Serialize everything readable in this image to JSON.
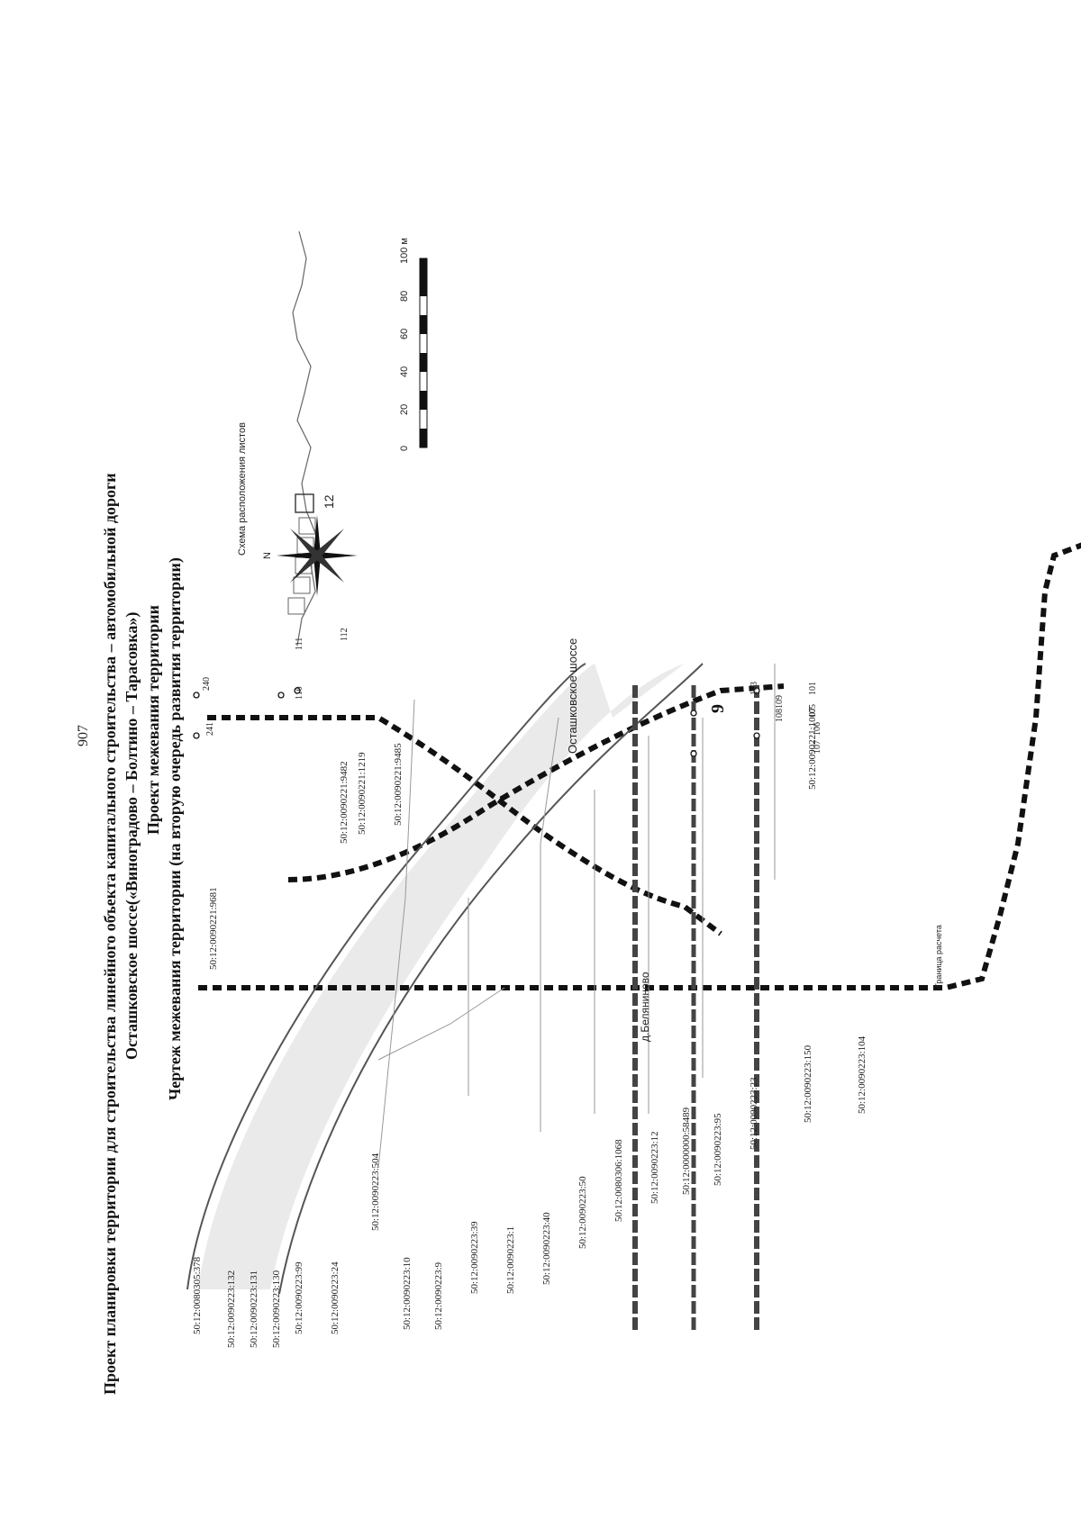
{
  "page_number": "907",
  "titles": {
    "line1": "Проект планировки территории для строительства линейного объекта капитального строительства – автомобильной дороги",
    "line2": "Осташковское шоссе(«Виноградово – Болтино – Тарасовка»)",
    "line3": "Проект межевания территории",
    "line4": "Чертеж межевания территории (на вторую очередь развития территории)"
  },
  "inset": {
    "label": "Схема расположения листов",
    "sheet": "12"
  },
  "scale_bar": {
    "ticks": [
      "0",
      "20",
      "40",
      "60",
      "80",
      "100 м"
    ]
  },
  "compass": {
    "north": "N"
  },
  "road_label": "Осташковское шоссе",
  "village_label": "д.Беляниново",
  "zone_number": "9",
  "boundary_note": "Граница расчета",
  "parcels": [
    "50:12:0080305:378",
    "50:12:0090223:132",
    "50:12:0090223:131",
    "50:12:0090223:130",
    "50:12:0090223:99",
    "50:12:0090223:24",
    "50:12:0090223:10",
    "50:12:0090223:9",
    "50:12:0090223:39",
    "50:12:0090223:1",
    "50:12:0090223:40",
    "50:12:0090223:50",
    "50:12:0080306:1068",
    "50:12:0090223:12",
    "50:12:0000000:58489",
    "50:12:0090223:95",
    "50:12:0090223:23",
    "50:12:0090223:150",
    "50:12:0090223:104",
    "50:12:0090221:9681",
    "50:12:0090221:9482",
    "50:12:0090221:1219",
    "50:12:0090221:9485",
    "50:12:0090221:1007",
    "50:12:0090223:504"
  ],
  "points": [
    "240",
    "241",
    "110",
    "111",
    "112",
    "103",
    "101",
    "105",
    "106",
    "107",
    "108",
    "109"
  ]
}
